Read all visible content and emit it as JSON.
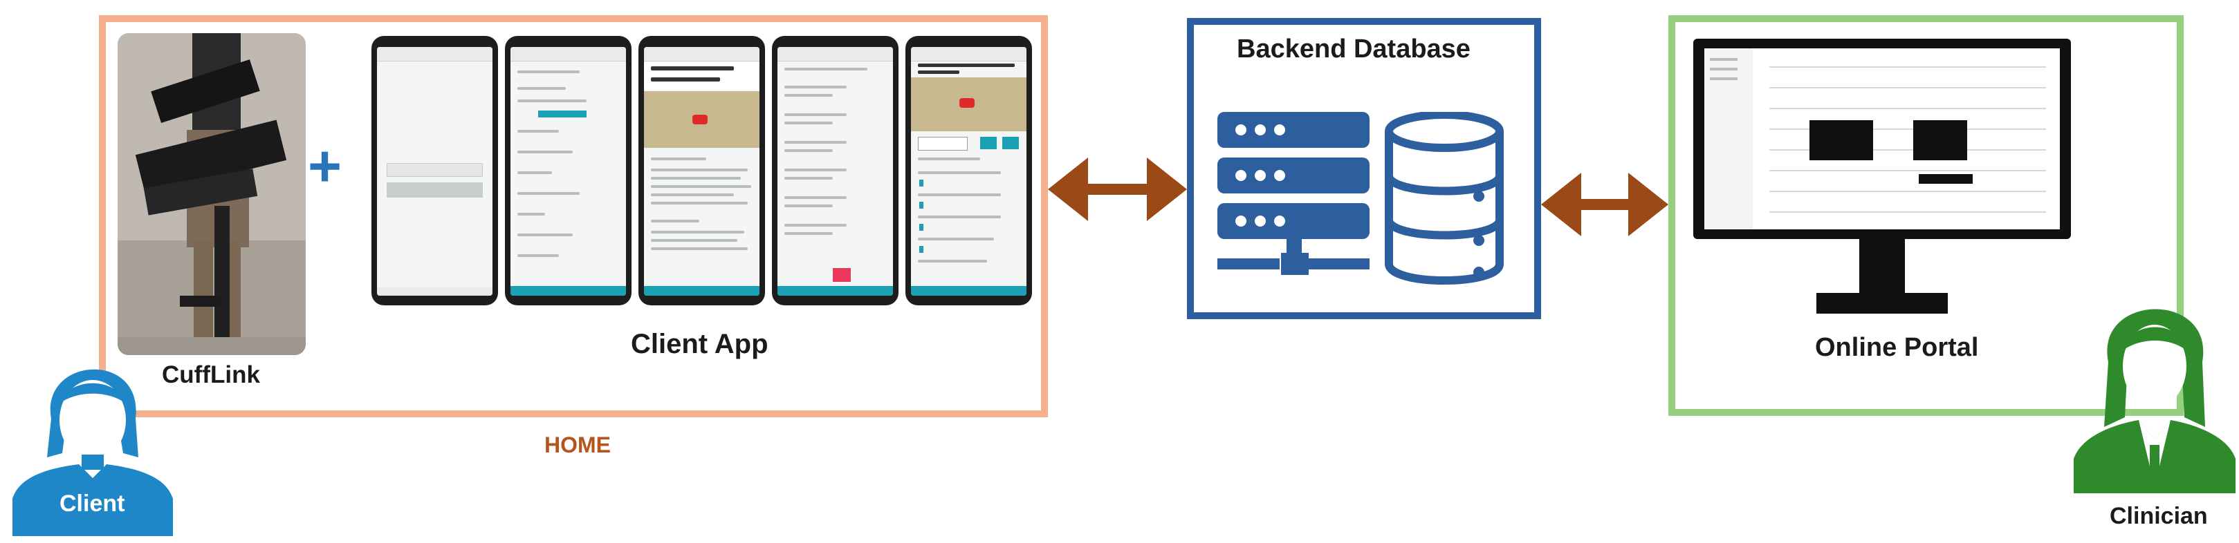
{
  "labels": {
    "cufflink": "CuffLink",
    "client_app": "Client App",
    "home": "HOME",
    "client": "Client",
    "backend_database": "Backend Database",
    "online_portal": "Online Portal",
    "clinician": "Clinician",
    "plus": "+"
  },
  "colors": {
    "home_border": "#f6b08e",
    "home_text": "#b5541d",
    "db_border": "#2d5e9e",
    "portal_border": "#96cf7e",
    "arrow": "#9a4a17",
    "client_blue": "#1f87c8",
    "clinician_green": "#2f8a2c",
    "plus_blue": "#2a74b8",
    "app_teal": "#1aa1b5"
  },
  "icons": {
    "server": "server-rack-icon",
    "database": "database-cylinder-icon",
    "monitor": "monitor-icon",
    "client": "person-female-icon",
    "clinician": "person-clinician-icon"
  }
}
